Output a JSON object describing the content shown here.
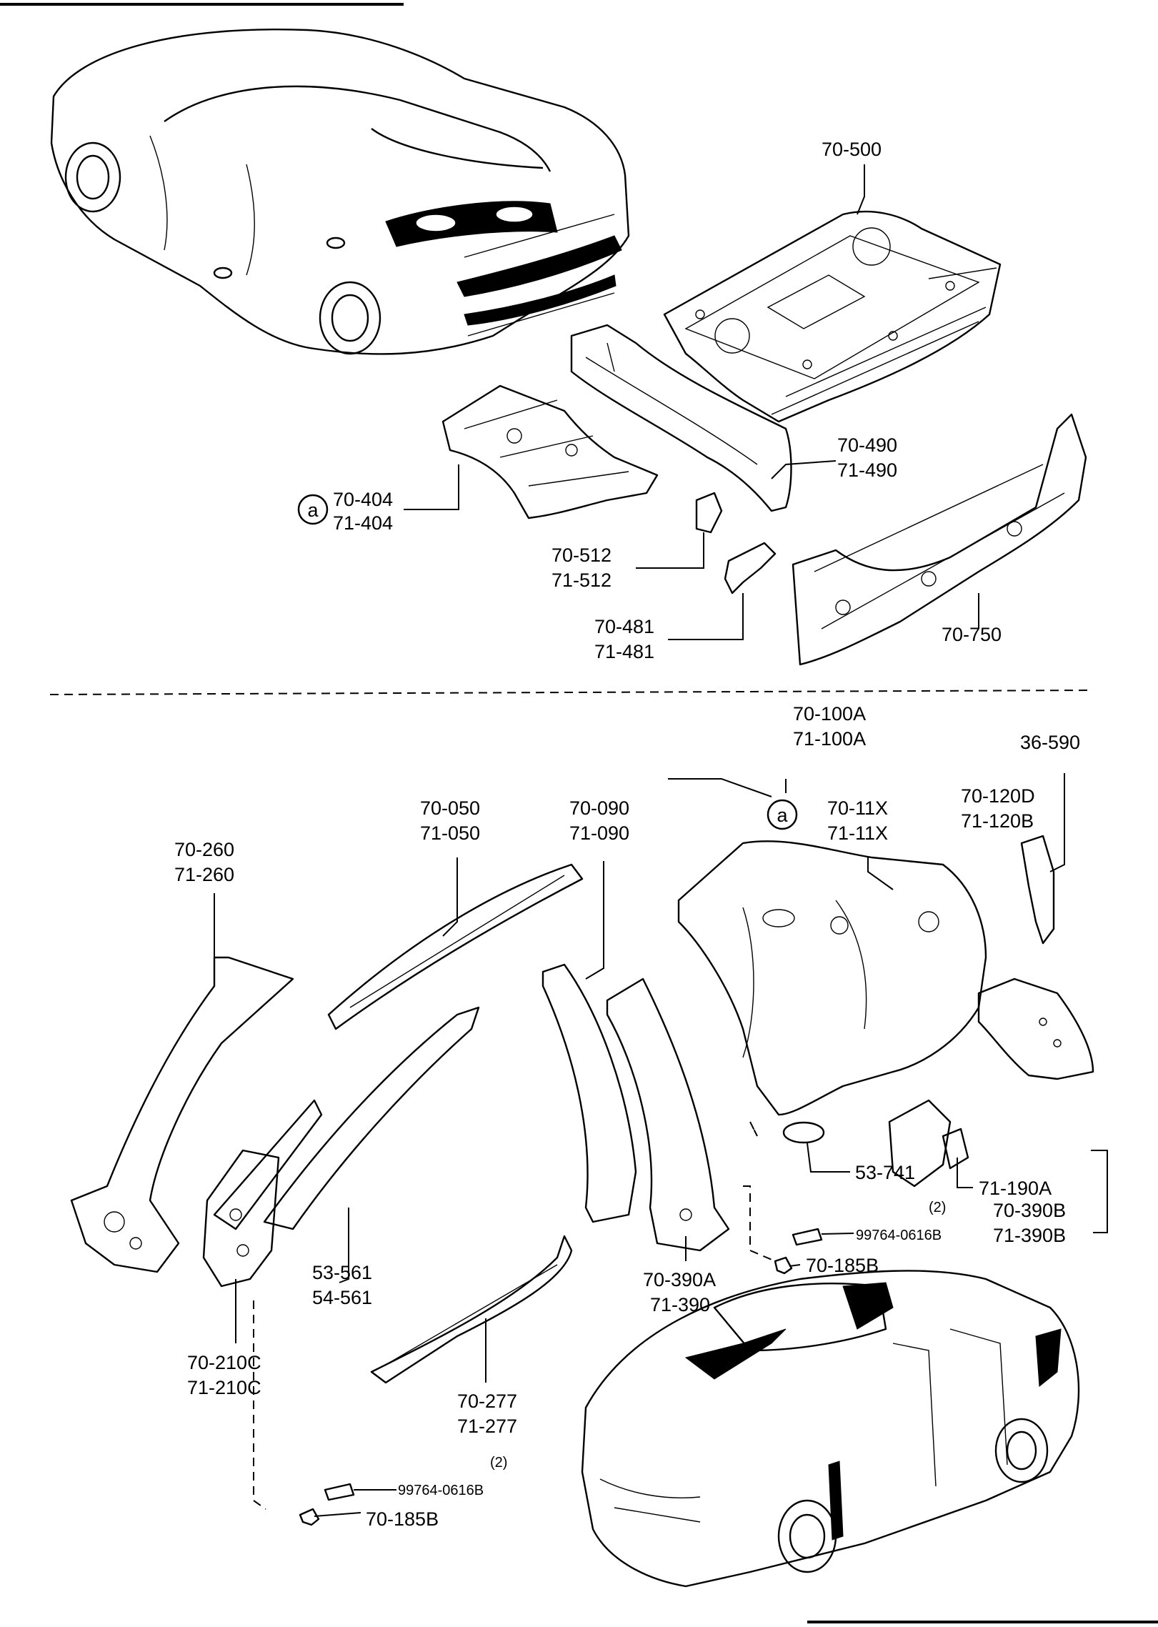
{
  "diagram": {
    "section_marker": "a",
    "labels": {
      "p70_500": "70-500",
      "p70_490": "70-490",
      "p71_490": "71-490",
      "p70_404": "70-404",
      "p71_404": "71-404",
      "p70_512": "70-512",
      "p71_512": "71-512",
      "p70_481": "70-481",
      "p71_481": "71-481",
      "p70_750": "70-750",
      "p70_100A": "70-100A",
      "p71_100A": "71-100A",
      "p36_590": "36-590",
      "p70_11X": "70-11X",
      "p71_11X": "71-11X",
      "p70_120D": "70-120D",
      "p71_120B": "71-120B",
      "p70_260": "70-260",
      "p71_260": "71-260",
      "p70_050": "70-050",
      "p71_050": "71-050",
      "p70_090": "70-090",
      "p71_090": "71-090",
      "p53_741": "53-741",
      "p71_190A": "71-190A",
      "p70_390B": "70-390B",
      "p71_390B": "71-390B",
      "qty_right": "(2)",
      "p99764_right": "99764-0616B",
      "p70_185B_right": "70-185B",
      "p53_561": "53-561",
      "p54_561": "54-561",
      "p70_390A": "70-390A",
      "p71_390": "71-390",
      "p70_210C": "70-210C",
      "p71_210C": "71-210C",
      "p70_277": "70-277",
      "p71_277": "71-277",
      "qty_left": "(2)",
      "p99764_left": "99764-0616B",
      "p70_185B_left": "70-185B"
    }
  }
}
